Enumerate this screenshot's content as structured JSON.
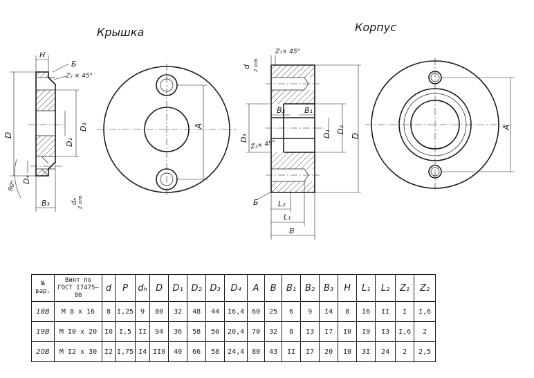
{
  "titles": {
    "cover": "Крышка",
    "body": "Корпус"
  },
  "labels": {
    "H": "H",
    "B_sym": "Б",
    "z2_45": "Z₂ × 45°",
    "z2_45b": "Z₂× 45°",
    "z1_45": "Z₁× 45°",
    "D": "D",
    "D1": "D₁",
    "D2": "D₂",
    "D3": "D₃",
    "D4": "D₄",
    "A": "A",
    "B3": "B₃",
    "B1": "B₁",
    "B2": "B₂",
    "B": "B",
    "dh": "dₕ",
    "d": "d",
    "two_holes": "2 отв.",
    "angle": "90°",
    "L1": "L₁",
    "L2": "L₂"
  },
  "table": {
    "headers": [
      "№ вар.",
      "Винт по ГОСТ I7475–80",
      "d",
      "P",
      "dₕ",
      "D",
      "D₁",
      "D₂",
      "D₃",
      "D₄",
      "A",
      "B",
      "B₁",
      "B₂",
      "B₃",
      "H",
      "L₁",
      "L₂",
      "Z₁",
      "Z₂"
    ],
    "rows": [
      [
        "18B",
        "M 8 x 16",
        "8",
        "I,25",
        "9",
        "80",
        "32",
        "48",
        "44",
        "I6,4",
        "60",
        "25",
        "6",
        "9",
        "I4",
        "8",
        "I6",
        "II",
        "I",
        "I,6"
      ],
      [
        "19B",
        "M I0 x 20",
        "I0",
        "I,5",
        "II",
        "94",
        "36",
        "58",
        "50",
        "20,4",
        "70",
        "32",
        "8",
        "I3",
        "I7",
        "I0",
        "I9",
        "I3",
        "I,6",
        "2"
      ],
      [
        "20B",
        "M I2 x 30",
        "I2",
        "I,75",
        "I4",
        "II0",
        "40",
        "66",
        "58",
        "24,4",
        "80",
        "43",
        "II",
        "I7",
        "20",
        "I0",
        "3I",
        "24",
        "2",
        "2,5"
      ]
    ]
  }
}
